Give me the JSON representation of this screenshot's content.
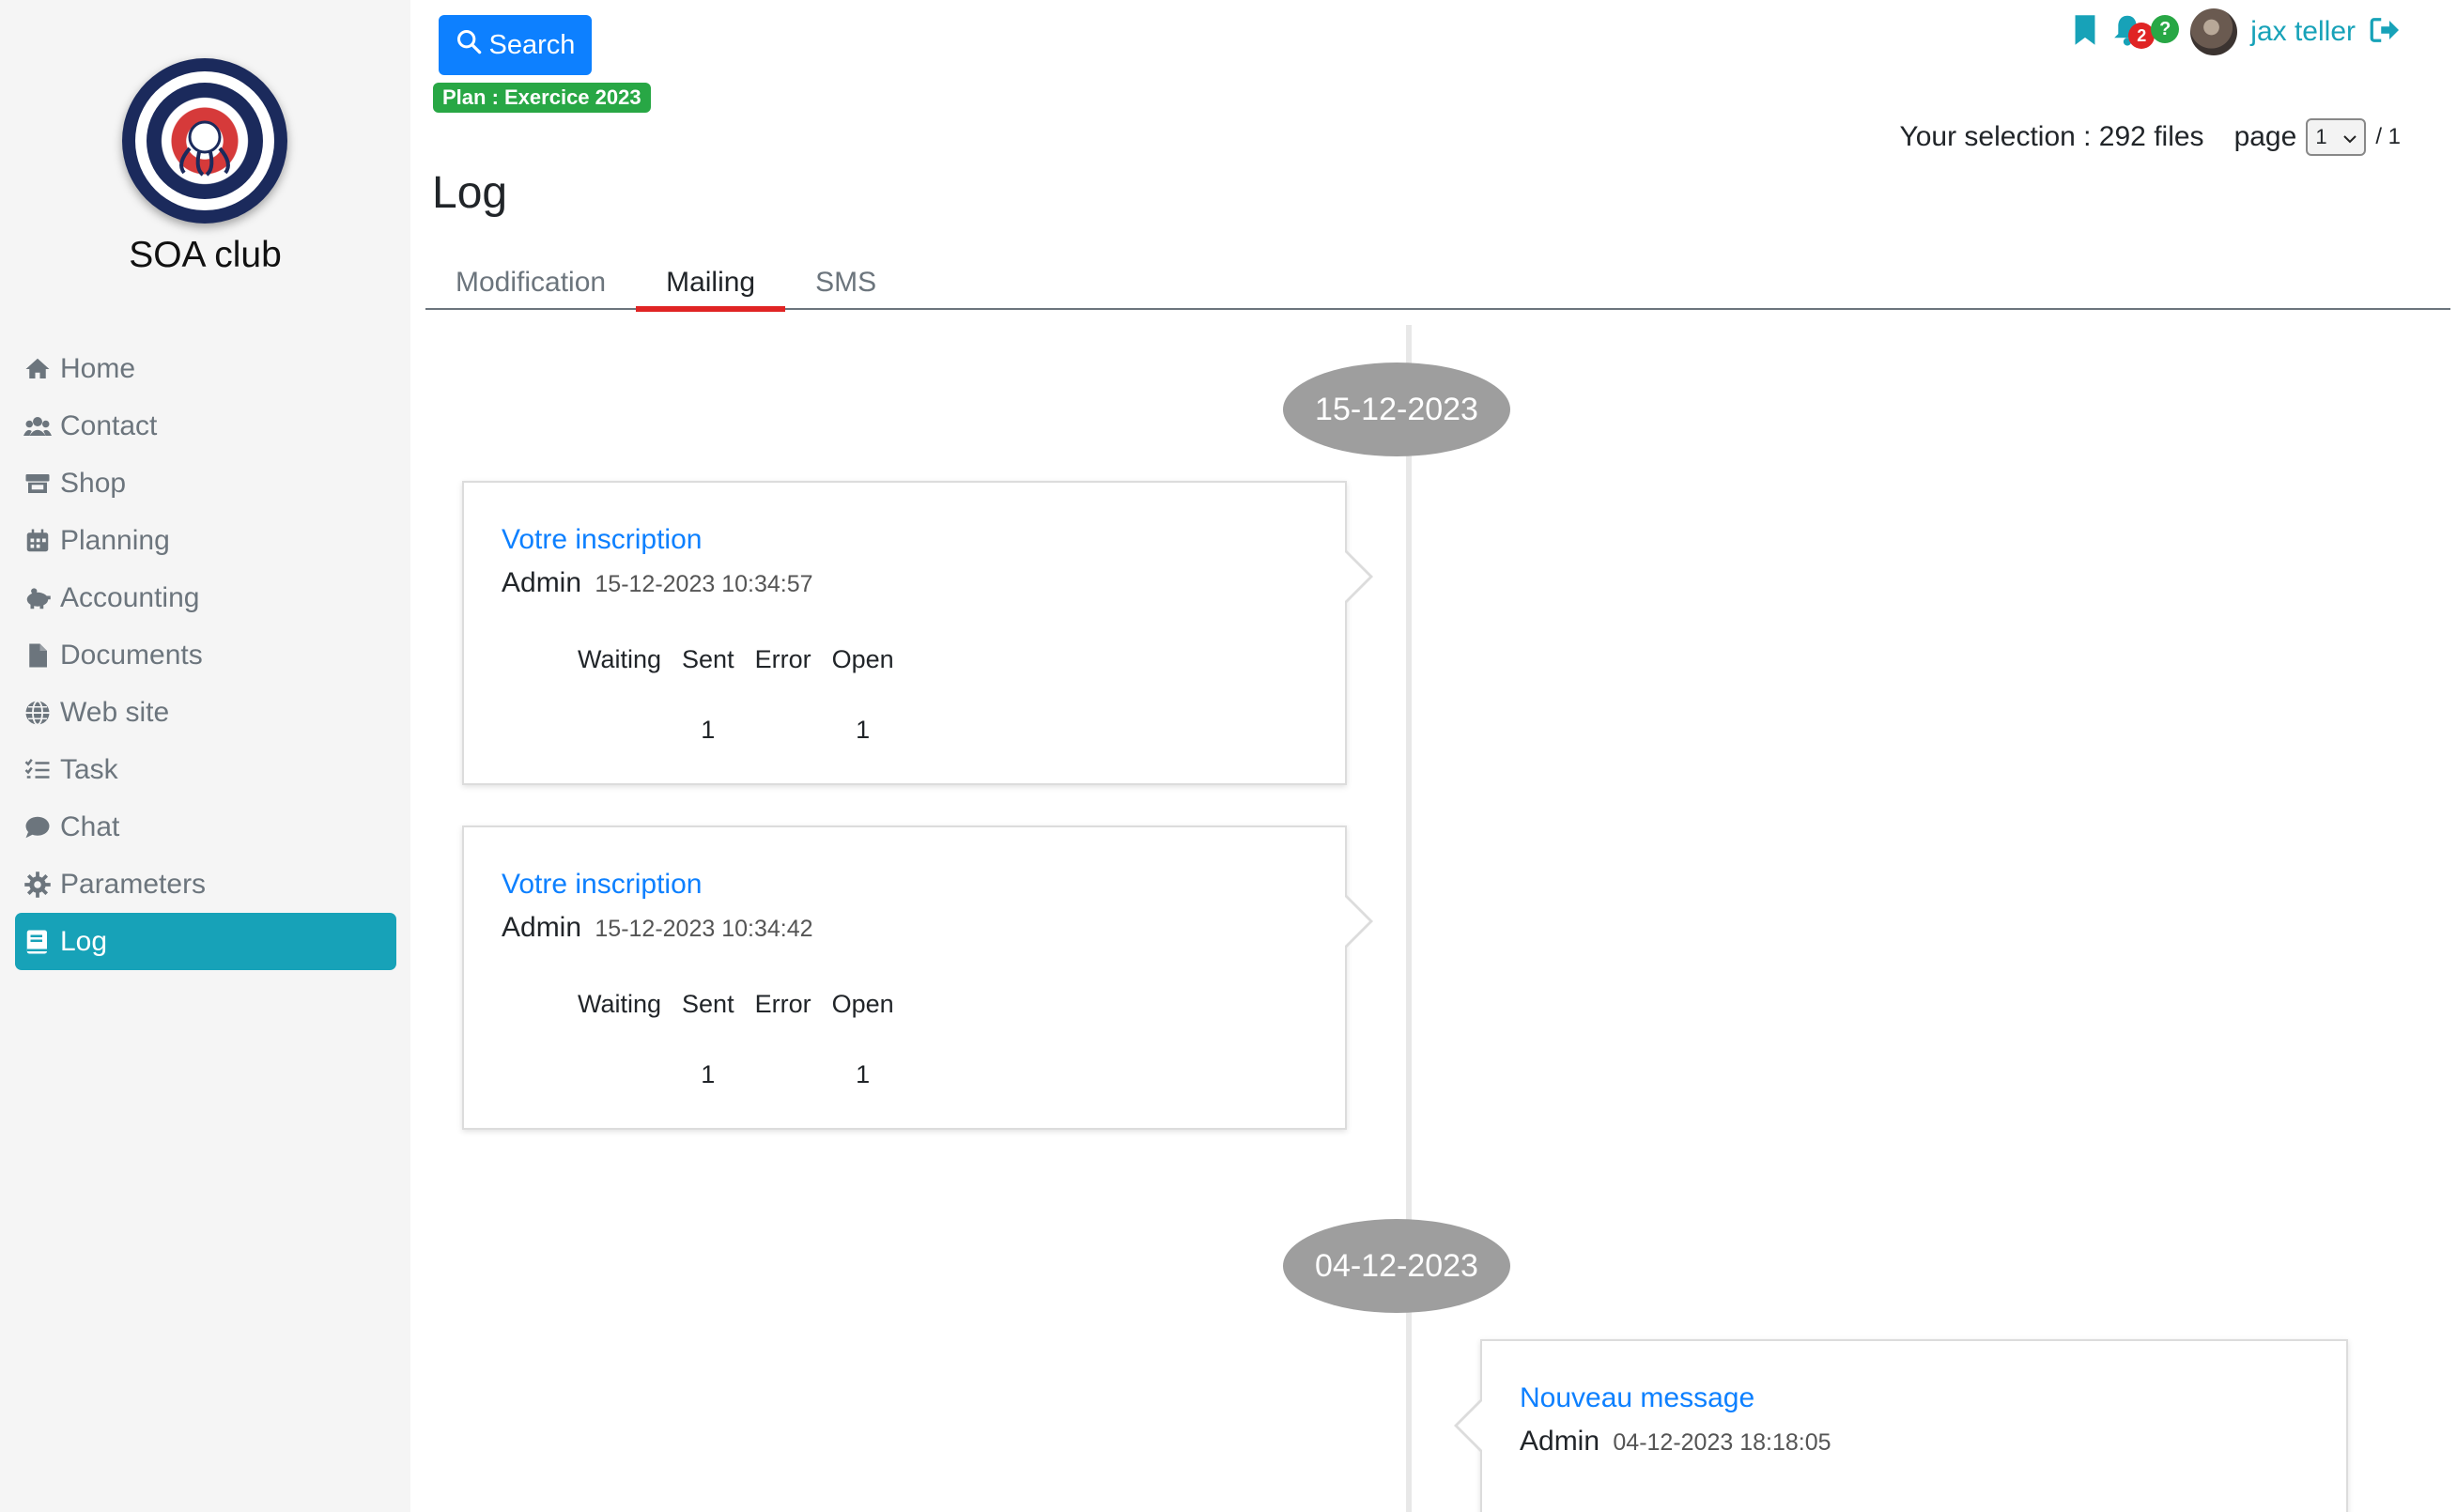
{
  "sidebar": {
    "club_name": "SOA club",
    "items": [
      {
        "label": "Home",
        "icon": "home-icon"
      },
      {
        "label": "Contact",
        "icon": "users-icon"
      },
      {
        "label": "Shop",
        "icon": "store-icon"
      },
      {
        "label": "Planning",
        "icon": "calendar-icon"
      },
      {
        "label": "Accounting",
        "icon": "piggy-bank-icon"
      },
      {
        "label": "Documents",
        "icon": "file-icon"
      },
      {
        "label": "Web site",
        "icon": "globe-icon"
      },
      {
        "label": "Task",
        "icon": "tasks-icon"
      },
      {
        "label": "Chat",
        "icon": "comment-icon"
      },
      {
        "label": "Parameters",
        "icon": "gear-icon"
      },
      {
        "label": "Log",
        "icon": "book-icon",
        "active": true
      }
    ]
  },
  "header": {
    "search_label": "Search",
    "plan_label": "Plan : Exercice 2023",
    "notifications_count": "2",
    "help_label": "?",
    "username": "jax teller",
    "selection_label": "Your selection : 292 files",
    "page_label": "page",
    "page_value": "1",
    "page_total": "/ 1"
  },
  "page": {
    "title": "Log",
    "tabs": [
      {
        "label": "Modification",
        "active": false
      },
      {
        "label": "Mailing",
        "active": true
      },
      {
        "label": "SMS",
        "active": false
      }
    ]
  },
  "timeline": {
    "groups": [
      {
        "date": "15-12-2023",
        "entries": [
          {
            "title": "Votre inscription",
            "author": "Admin",
            "timestamp": "15-12-2023 10:34:57",
            "headers": [
              "Waiting",
              "Sent",
              "Error",
              "Open"
            ],
            "values": [
              "",
              "1",
              "",
              "1"
            ]
          },
          {
            "title": "Votre inscription",
            "author": "Admin",
            "timestamp": "15-12-2023 10:34:42",
            "headers": [
              "Waiting",
              "Sent",
              "Error",
              "Open"
            ],
            "values": [
              "",
              "1",
              "",
              "1"
            ]
          }
        ]
      },
      {
        "date": "04-12-2023",
        "entries": [
          {
            "title": "Nouveau message",
            "author": "Admin",
            "timestamp": "04-12-2023 18:18:05"
          }
        ]
      }
    ]
  },
  "colors": {
    "accent": "#17a2b8",
    "primary": "#0d80ff",
    "success": "#28a745",
    "danger": "#e02424",
    "date_pill": "#9e9e9e"
  }
}
